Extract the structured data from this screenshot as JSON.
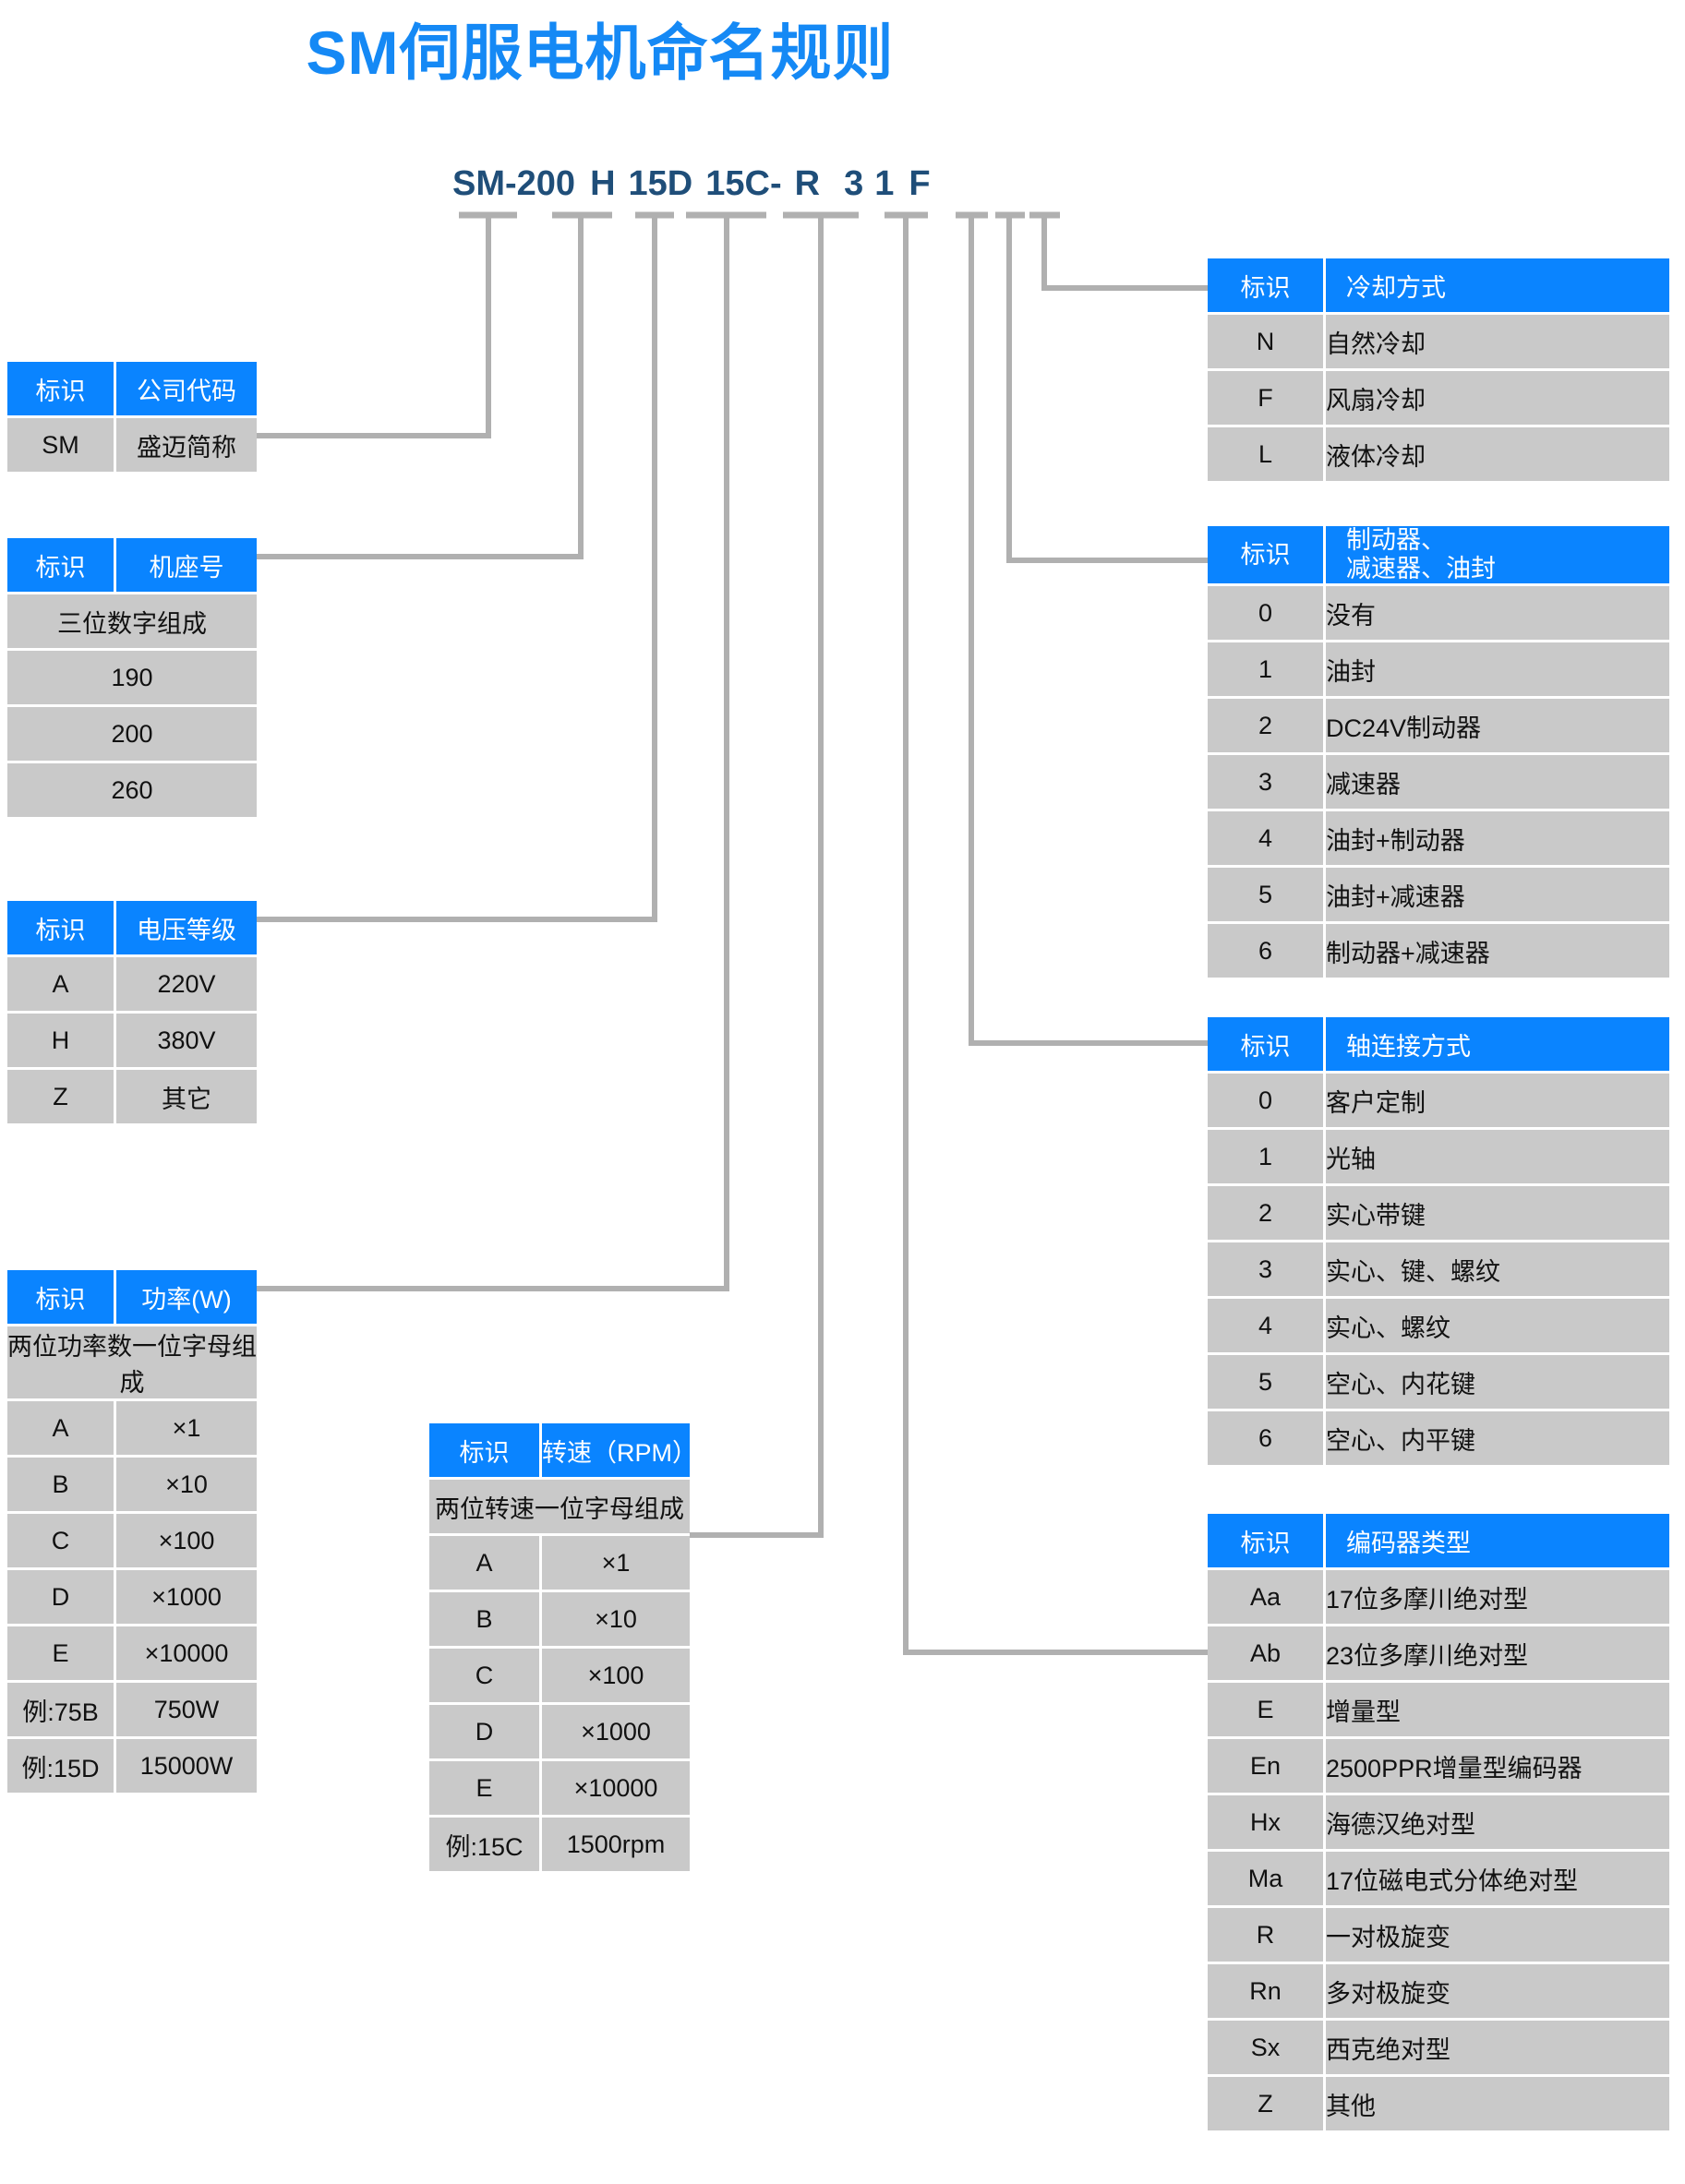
{
  "title": "SM伺服电机命名规则",
  "colors": {
    "title_blue": "#1589f5",
    "header_blue": "#0a84ff",
    "row_gray": "#c9c9c9",
    "model_navy": "#1f4e79",
    "line_gray": "#b0b0b0"
  },
  "model": {
    "full": "SM-200 H 15D 15C- R 3 1 F",
    "segments": [
      "SM-200",
      "H",
      "15D",
      "15C-",
      "R",
      "3",
      "1",
      "F"
    ]
  },
  "common": {
    "code_header": "标识"
  },
  "tables": {
    "company_code": {
      "code_header": "标识",
      "desc_header": "公司代码",
      "rows": [
        {
          "code": "SM",
          "desc": "盛迈简称"
        }
      ]
    },
    "frame_size": {
      "code_header": "标识",
      "desc_header": "机座号",
      "note": "三位数字组成",
      "rows": [
        {
          "code": "",
          "desc": "190"
        },
        {
          "code": "",
          "desc": "200"
        },
        {
          "code": "",
          "desc": "260"
        }
      ]
    },
    "voltage": {
      "code_header": "标识",
      "desc_header": "电压等级",
      "rows": [
        {
          "code": "A",
          "desc": "220V"
        },
        {
          "code": "H",
          "desc": "380V"
        },
        {
          "code": "Z",
          "desc": "其它"
        }
      ]
    },
    "power": {
      "code_header": "标识",
      "desc_header": "功率(W)",
      "note": "两位功率数一位字母组成",
      "rows": [
        {
          "code": "A",
          "desc": "×1"
        },
        {
          "code": "B",
          "desc": "×10"
        },
        {
          "code": "C",
          "desc": "×100"
        },
        {
          "code": "D",
          "desc": "×1000"
        },
        {
          "code": "E",
          "desc": "×10000"
        },
        {
          "code": "例:75B",
          "desc": "750W"
        },
        {
          "code": "例:15D",
          "desc": "15000W"
        }
      ]
    },
    "speed": {
      "code_header": "标识",
      "desc_header": "转速（RPM）",
      "note": "两位转速一位字母组成",
      "rows": [
        {
          "code": "A",
          "desc": "×1"
        },
        {
          "code": "B",
          "desc": "×10"
        },
        {
          "code": "C",
          "desc": "×100"
        },
        {
          "code": "D",
          "desc": "×1000"
        },
        {
          "code": "E",
          "desc": "×10000"
        },
        {
          "code": "例:15C",
          "desc": "1500rpm"
        }
      ]
    },
    "cooling": {
      "code_header": "标识",
      "desc_header": "冷却方式",
      "rows": [
        {
          "code": "N",
          "desc": "自然冷却"
        },
        {
          "code": "F",
          "desc": "风扇冷却"
        },
        {
          "code": "L",
          "desc": "液体冷却"
        }
      ]
    },
    "brake": {
      "code_header": "标识",
      "desc_header_line1": "制动器、",
      "desc_header_line2": "减速器、油封",
      "rows": [
        {
          "code": "0",
          "desc": "没有"
        },
        {
          "code": "1",
          "desc": "油封"
        },
        {
          "code": "2",
          "desc": "DC24V制动器"
        },
        {
          "code": "3",
          "desc": "减速器"
        },
        {
          "code": "4",
          "desc": "油封+制动器"
        },
        {
          "code": "5",
          "desc": "油封+减速器"
        },
        {
          "code": "6",
          "desc": "制动器+减速器"
        }
      ]
    },
    "shaft": {
      "code_header": "标识",
      "desc_header": "轴连接方式",
      "rows": [
        {
          "code": "0",
          "desc": "客户定制"
        },
        {
          "code": "1",
          "desc": "光轴"
        },
        {
          "code": "2",
          "desc": "实心带键"
        },
        {
          "code": "3",
          "desc": "实心、键、螺纹"
        },
        {
          "code": "4",
          "desc": "实心、螺纹"
        },
        {
          "code": "5",
          "desc": "空心、内花键"
        },
        {
          "code": "6",
          "desc": "空心、内平键"
        }
      ]
    },
    "encoder": {
      "code_header": "标识",
      "desc_header": "编码器类型",
      "rows": [
        {
          "code": "Aa",
          "desc": "17位多摩川绝对型"
        },
        {
          "code": "Ab",
          "desc": "23位多摩川绝对型"
        },
        {
          "code": "E",
          "desc": "增量型"
        },
        {
          "code": "En",
          "desc": "2500PPR增量型编码器"
        },
        {
          "code": "Hx",
          "desc": "海德汉绝对型"
        },
        {
          "code": "Ma",
          "desc": "17位磁电式分体绝对型"
        },
        {
          "code": "R",
          "desc": "一对极旋变"
        },
        {
          "code": "Rn",
          "desc": "多对极旋变"
        },
        {
          "code": "Sx",
          "desc": "西克绝对型"
        },
        {
          "code": "Z",
          "desc": "其他"
        }
      ]
    }
  }
}
